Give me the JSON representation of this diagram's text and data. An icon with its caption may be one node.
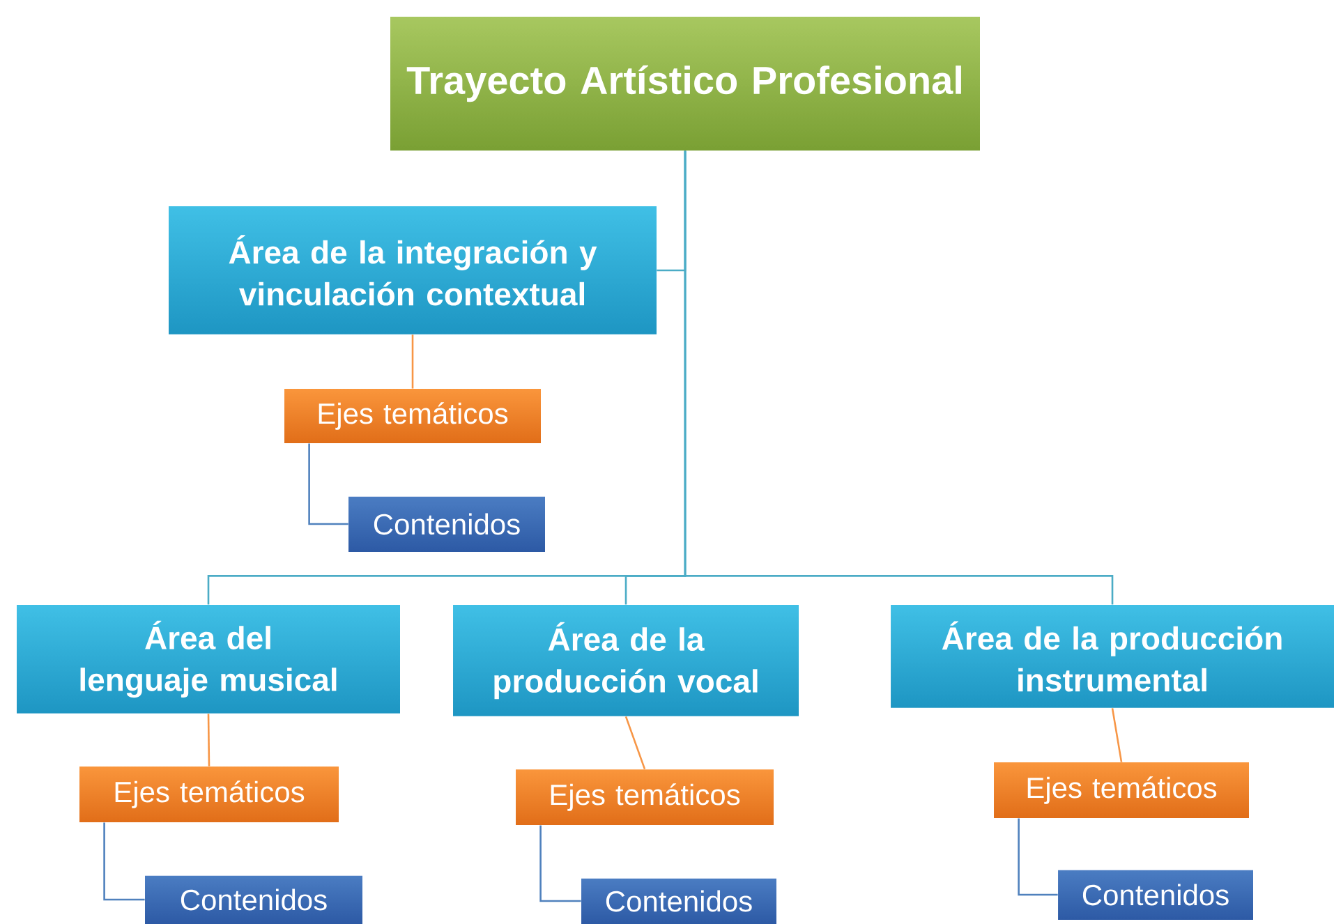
{
  "diagram": {
    "nodes": [
      {
        "text": [
          "Trayecto Artístico Profesional"
        ]
      },
      {
        "text": [
          "Área de la integración y vinculación contextual"
        ]
      },
      {
        "text": [
          "Ejes temáticos"
        ]
      },
      {
        "text": [
          "Contenidos"
        ]
      },
      {
        "text": [
          "Área del lenguaje musical"
        ]
      },
      {
        "text": [
          "Ejes temáticos"
        ]
      },
      {
        "text": [
          "Contenidos"
        ]
      },
      {
        "text": [
          "Área de la producción vocal"
        ]
      },
      {
        "text": [
          "Ejes temáticos"
        ]
      },
      {
        "text": [
          "Contenidos"
        ]
      },
      {
        "text": [
          "Área de la producción instrumental"
        ]
      },
      {
        "text": [
          "Ejes temáticos"
        ]
      },
      {
        "text": [
          "Contenidos"
        ]
      }
    ],
    "edges": [
      {
        "from": 0,
        "to": 1,
        "arrow": "none",
        "color": "#4bacc6"
      },
      {
        "from": 0,
        "to": 4,
        "arrow": "none",
        "color": "#4bacc6"
      },
      {
        "from": 0,
        "to": 7,
        "arrow": "none",
        "color": "#4bacc6"
      },
      {
        "from": 0,
        "to": 10,
        "arrow": "none",
        "color": "#4bacc6"
      },
      {
        "from": 1,
        "to": 2,
        "arrow": "none",
        "color": "#f79646"
      },
      {
        "from": 4,
        "to": 5,
        "arrow": "none",
        "color": "#f79646"
      },
      {
        "from": 7,
        "to": 8,
        "arrow": "none",
        "color": "#f79646"
      },
      {
        "from": 10,
        "to": 11,
        "arrow": "none",
        "color": "#f79646"
      },
      {
        "from": 2,
        "to": 3,
        "arrow": "none",
        "color": "#4f81bd"
      },
      {
        "from": 5,
        "to": 6,
        "arrow": "none",
        "color": "#4f81bd"
      },
      {
        "from": 8,
        "to": 9,
        "arrow": "none",
        "color": "#4f81bd"
      },
      {
        "from": 11,
        "to": 12,
        "arrow": "none",
        "color": "#4f81bd"
      }
    ]
  }
}
